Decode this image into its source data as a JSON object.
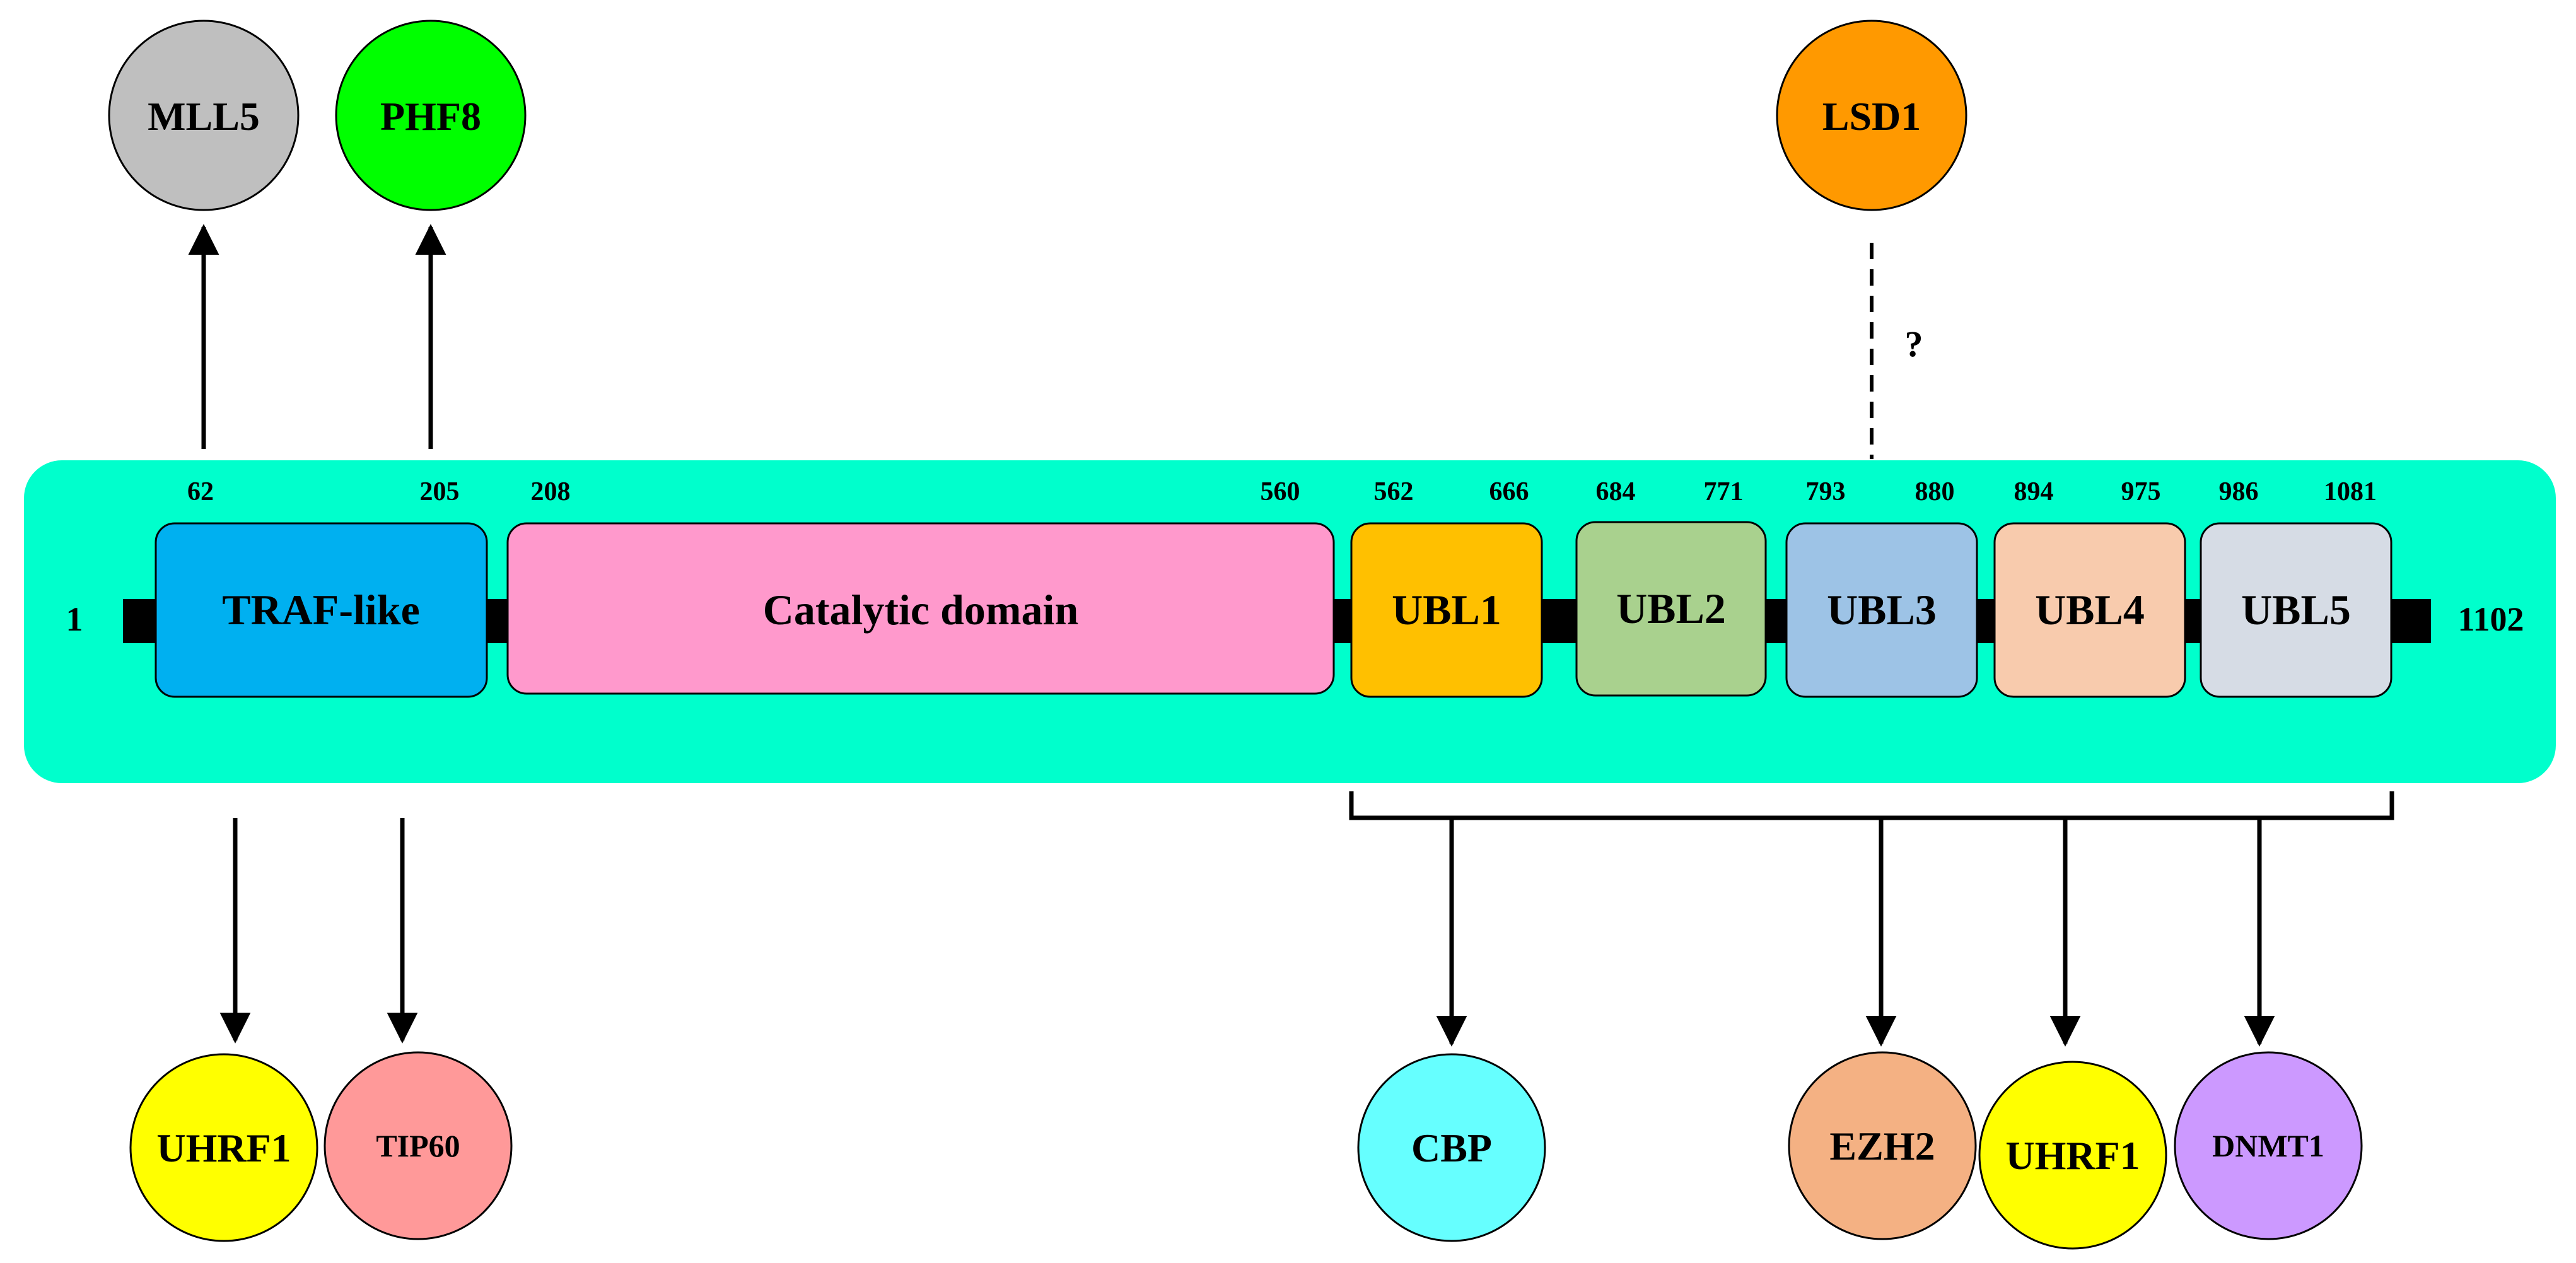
{
  "protein": {
    "start": "1",
    "end": "1102",
    "backbone_color": "#00FFCC"
  },
  "domains": [
    {
      "id": "traf",
      "label": "TRAF-like",
      "start": "62",
      "end": "205",
      "color": "#00B0F0"
    },
    {
      "id": "catalytic",
      "label": "Catalytic domain",
      "start": "208",
      "end": "560",
      "color": "#FF99CC"
    },
    {
      "id": "ubl1",
      "label": "UBL1",
      "start": "562",
      "end": "666",
      "color": "#FFC000"
    },
    {
      "id": "ubl2",
      "label": "UBL2",
      "start": "684",
      "end": "771",
      "color": "#A9D18E"
    },
    {
      "id": "ubl3",
      "label": "UBL3",
      "start": "793",
      "end": "880",
      "color": "#9DC3E6"
    },
    {
      "id": "ubl4",
      "label": "UBL4",
      "start": "894",
      "end": "975",
      "color": "#F8CBAD"
    },
    {
      "id": "ubl5",
      "label": "UBL5",
      "start": "986",
      "end": "1081",
      "color": "#D6DCE5"
    }
  ],
  "partners_top": [
    {
      "id": "mll5",
      "label": "MLL5",
      "color": "#BFBFBF"
    },
    {
      "id": "phf8",
      "label": "PHF8",
      "color": "#00FF00"
    },
    {
      "id": "lsd1",
      "label": "LSD1",
      "color": "#FF9900"
    }
  ],
  "partners_bottom": [
    {
      "id": "uhrf1-a",
      "label": "UHRF1",
      "color": "#FFFF00"
    },
    {
      "id": "tip60",
      "label": "TIP60",
      "color": "#FF9999"
    },
    {
      "id": "cbp",
      "label": "CBP",
      "color": "#66FFFF"
    },
    {
      "id": "ezh2",
      "label": "EZH2",
      "color": "#F4B183"
    },
    {
      "id": "uhrf1-b",
      "label": "UHRF1",
      "color": "#FFFF00"
    },
    {
      "id": "dnmt1",
      "label": "DNMT1",
      "color": "#CC99FF"
    }
  ],
  "uncertain_marker": "?"
}
